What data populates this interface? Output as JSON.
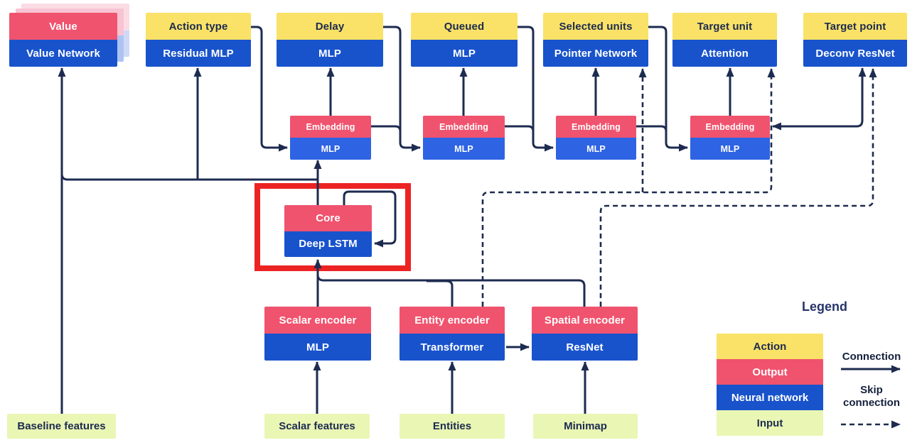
{
  "heads": [
    {
      "top": "Value",
      "bottom": "Value Network"
    },
    {
      "top": "Action type",
      "bottom": "Residual MLP"
    },
    {
      "top": "Delay",
      "bottom": "MLP"
    },
    {
      "top": "Queued",
      "bottom": "MLP"
    },
    {
      "top": "Selected units",
      "bottom": "Pointer Network"
    },
    {
      "top": "Target unit",
      "bottom": "Attention"
    },
    {
      "top": "Target point",
      "bottom": "Deconv ResNet"
    }
  ],
  "embeddings": [
    {
      "top": "Embedding",
      "bottom": "MLP"
    },
    {
      "top": "Embedding",
      "bottom": "MLP"
    },
    {
      "top": "Embedding",
      "bottom": "MLP"
    },
    {
      "top": "Embedding",
      "bottom": "MLP"
    }
  ],
  "core": {
    "top": "Core",
    "bottom": "Deep LSTM"
  },
  "encoders": [
    {
      "top": "Scalar encoder",
      "bottom": "MLP"
    },
    {
      "top": "Entity encoder",
      "bottom": "Transformer"
    },
    {
      "top": "Spatial encoder",
      "bottom": "ResNet"
    }
  ],
  "inputs": [
    {
      "label": "Baseline features"
    },
    {
      "label": "Scalar features"
    },
    {
      "label": "Entities"
    },
    {
      "label": "Minimap"
    }
  ],
  "legend": {
    "title": "Legend",
    "items": [
      {
        "label": "Action",
        "color": "#F9E267"
      },
      {
        "label": "Output",
        "color": "#F0536E"
      },
      {
        "label": "Neural network",
        "color": "#1853CC"
      },
      {
        "label": "Input",
        "color": "#EAF6B4"
      }
    ],
    "connection_label": "Connection",
    "skip_connection_label": "Skip connection"
  },
  "colors": {
    "action_yellow": "#F9E267",
    "output_pink": "#F0536E",
    "network_blue": "#1853CC",
    "embedding_mlp_blue": "#2E63E3",
    "input_green": "#EAF6B4",
    "wire_navy": "#1D2B50",
    "highlight_red": "#EC2323"
  }
}
